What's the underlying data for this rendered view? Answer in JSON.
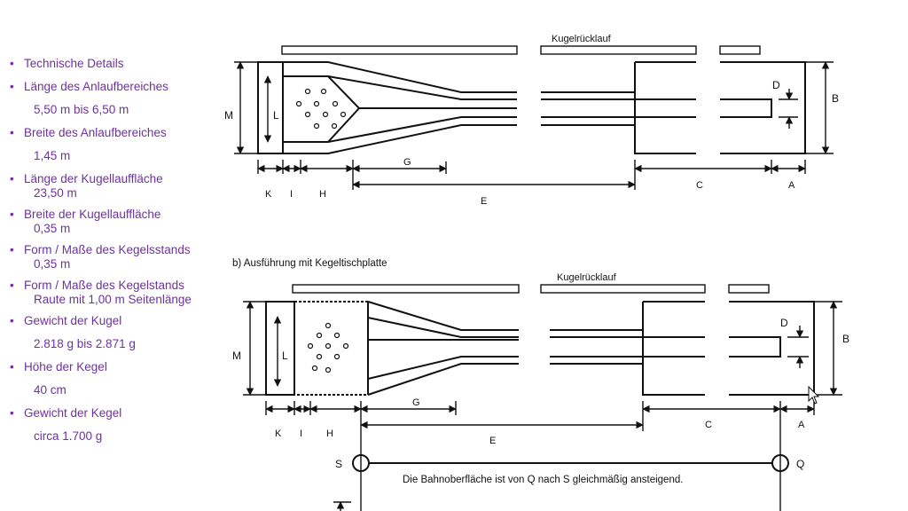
{
  "specs": {
    "items": [
      {
        "kind": "b",
        "text": "Technische Details"
      },
      {
        "kind": "b",
        "text": "Länge des Anlaufbereiches"
      },
      {
        "kind": "sub",
        "text": "5,50 m bis 6,50 m"
      },
      {
        "kind": "b",
        "text": "Breite des Anlaufbereiches"
      },
      {
        "kind": "sub",
        "text": "1,45 m"
      },
      {
        "kind": "b2",
        "text": "Länge der Kugellauffläche",
        "text2": "23,50 m"
      },
      {
        "kind": "b2",
        "text": "Breite der Kugellauffläche",
        "text2": "0,35 m"
      },
      {
        "kind": "b2",
        "text": "Form / Maße des Kegelsstands",
        "text2": "0,35 m"
      },
      {
        "kind": "b2",
        "text": "Form / Maße des Kegelstands",
        "text2": "Raute mit 1,00 m Seitenlänge"
      },
      {
        "kind": "b",
        "text": "Gewicht der Kugel"
      },
      {
        "kind": "sub",
        "text": "2.818 g bis 2.871 g"
      },
      {
        "kind": "b",
        "text": "Höhe der Kegel"
      },
      {
        "kind": "sub",
        "text": "40 cm"
      },
      {
        "kind": "b",
        "text": "Gewicht der Kegel"
      },
      {
        "kind": "sub",
        "text": "circa 1.700 g"
      }
    ]
  },
  "diagram": {
    "top": {
      "return_label": "Kugelrücklauf",
      "M": "M",
      "L": "L",
      "B": "B",
      "D": "D",
      "K": "K",
      "I": "I",
      "H": "H",
      "G": "G",
      "E": "E",
      "C": "C",
      "A": "A"
    },
    "bottom": {
      "caption": "b) Ausführung mit Kegeltischplatte",
      "return_label": "Kugelrücklauf",
      "M": "M",
      "L": "L",
      "B": "B",
      "D": "D",
      "K": "K",
      "I": "I",
      "H": "H",
      "G": "G",
      "E": "E",
      "C": "C",
      "A": "A",
      "S": "S",
      "Q": "Q",
      "slope_note": "Die Bahnoberfläche ist von Q nach S gleichmäßig ansteigend."
    }
  },
  "colors": {
    "bullet_text": "#7030a0",
    "line": "#111111"
  }
}
